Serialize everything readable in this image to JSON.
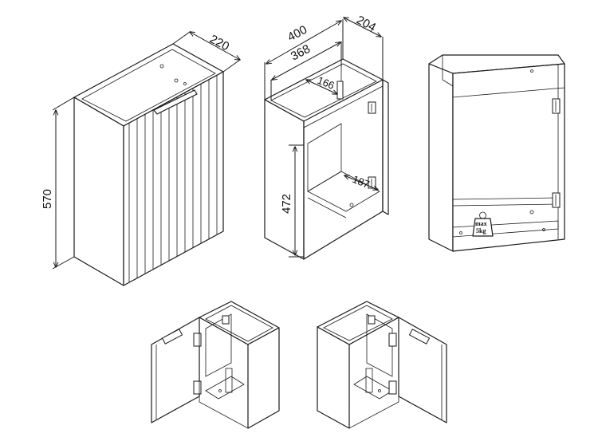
{
  "dimensions": {
    "depth_top": "220",
    "height_total": "570",
    "width_outer": "400",
    "width_inner": "368",
    "depth_outer": "204",
    "depth_inner": "166",
    "height_inner": "472",
    "depth_shelf": "187"
  },
  "load_label": {
    "line1": "max",
    "line2": "5kg"
  }
}
